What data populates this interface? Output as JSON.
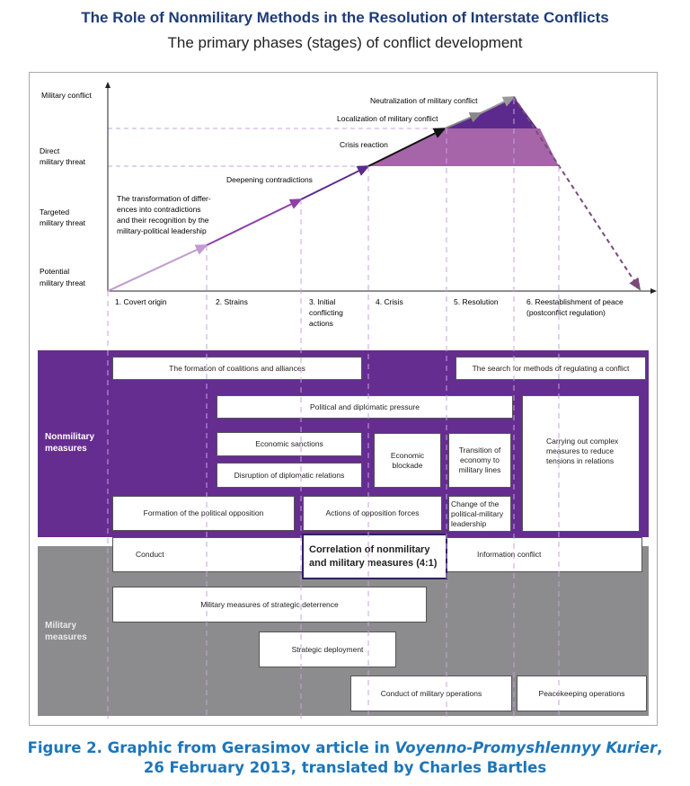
{
  "title": "The Role of Nonmilitary Methods in the Resolution of Interstate Conflicts",
  "subtitle": "The primary phases (stages) of conflict development",
  "y_levels": [
    {
      "line1": "Military conflict",
      "line2": ""
    },
    {
      "line1": "Direct",
      "line2": "military threat"
    },
    {
      "line1": "Targeted",
      "line2": "military threat"
    },
    {
      "line1": "Potential",
      "line2": "military threat"
    }
  ],
  "phases": [
    {
      "lines": [
        "1. Covert origin"
      ]
    },
    {
      "lines": [
        "2. Strains"
      ]
    },
    {
      "lines": [
        "3. Initial",
        "conflicting",
        "actions"
      ]
    },
    {
      "lines": [
        "4. Crisis"
      ]
    },
    {
      "lines": [
        "5. Resolution"
      ]
    },
    {
      "lines": [
        "6. Reestablishment of peace",
        "(postconflict regulation)"
      ]
    }
  ],
  "arrow_labels": {
    "transformation": [
      "The transformation of differ-",
      "ences into contradictions",
      "and their recognition by the",
      "military-political leadership"
    ],
    "deepening": "Deepening contradictions",
    "crisis_reaction": "Crisis reaction",
    "localization": "Localization of military conflict",
    "neutralization": "Neutralization of military conflict"
  },
  "colors": {
    "nonmilitary": "#652d90",
    "military": "#8c8c8e",
    "light_purple": "#a565a8",
    "title": "#1e3c78",
    "caption": "#1d76b9"
  },
  "nonmilitary": {
    "label": [
      "Nonmilitary",
      "measures"
    ],
    "boxes": {
      "coalitions": "The formation of coalitions and alliances",
      "search": "The search for methods of regulating a conflict",
      "pressure": "Political and diplomatic pressure",
      "complex": "Carrying out complex measures to reduce tensions in relations",
      "sanctions": "Economic sanctions",
      "disruption": "Disruption of diplomatic relations",
      "blockade": "Economic blockade",
      "transition": "Transition of economy to military lines",
      "opposition": "Formation of the political opposition",
      "actions": "Actions of opposition forces",
      "leadership": "Change of the political-military leadership"
    }
  },
  "shared": {
    "conduct": "Conduct",
    "information": "Information conflict",
    "correlation": "Correlation of nonmilitary and military measures (4:1)"
  },
  "military": {
    "label": [
      "Military",
      "measures"
    ],
    "boxes": {
      "deterrence": "Military measures of strategic deterrence",
      "deployment": "Strategic deployment",
      "operations": "Conduct of military operations",
      "peacekeeping": "Peacekeeping operations"
    }
  },
  "caption": {
    "line1_prefix": "Figure 2. Graphic from Gerasimov article in ",
    "line1_italic": "Voyenno-Promyshlennyy Kurier",
    "line1_suffix": ",",
    "line2": "26 February 2013, translated by Charles Bartles"
  }
}
